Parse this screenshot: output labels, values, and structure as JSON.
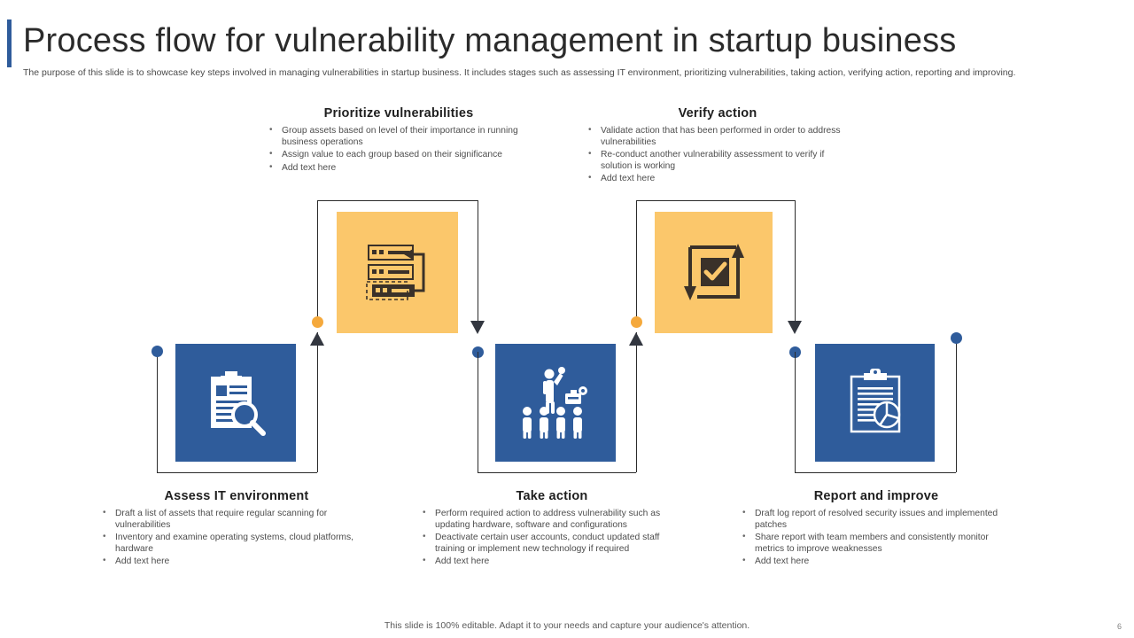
{
  "header": {
    "title": "Process flow for vulnerability management in startup business",
    "subtitle": "The purpose of this slide is to showcase key steps involved in managing vulnerabilities in startup business. It includes stages such as assessing IT environment, prioritizing vulnerabilities, taking action, verifying action, reporting and improving."
  },
  "colors": {
    "blue": "#2f5c9b",
    "orange": "#fbc76b",
    "orange_dot": "#f5a93c",
    "connector": "#2b2b2b",
    "arrow": "#333740"
  },
  "steps": [
    {
      "id": "assess-it-environment",
      "title": "Assess IT environment",
      "icon": "clipboard-search-icon",
      "tile_color": "blue",
      "position": "bottom",
      "bullets": [
        "Draft a list of assets that require regular scanning for vulnerabilities",
        "Inventory and examine operating systems, cloud platforms, hardware",
        "Add text here"
      ]
    },
    {
      "id": "prioritize-vulnerabilities",
      "title": "Prioritize vulnerabilities",
      "icon": "server-stack-cycle-icon",
      "tile_color": "orange",
      "position": "top",
      "bullets": [
        "Group assets based on level of their importance in running business operations",
        "Assign value to each group based on their significance",
        "Add text here"
      ]
    },
    {
      "id": "take-action",
      "title": "Take action",
      "icon": "team-leader-briefcase-icon",
      "tile_color": "blue",
      "position": "bottom",
      "bullets": [
        "Perform required action to address vulnerability such as updating hardware, software and configurations",
        "Deactivate certain user accounts, conduct updated staff training or implement new technology if required",
        "Add text here"
      ]
    },
    {
      "id": "verify-action",
      "title": "Verify action",
      "icon": "checkmark-cycle-icon",
      "tile_color": "orange",
      "position": "top",
      "bullets": [
        "Validate action that has been performed in order to address vulnerabilities",
        "Re-conduct another vulnerability assessment to verify if solution is working",
        "Add text here"
      ]
    },
    {
      "id": "report-and-improve",
      "title": "Report and improve",
      "icon": "clipboard-piechart-icon",
      "tile_color": "blue",
      "position": "bottom",
      "bullets": [
        "Draft log report of resolved security issues and implemented patches",
        "Share report with team members and consistently monitor metrics to improve weaknesses",
        "Add text here"
      ]
    }
  ],
  "footer": {
    "note": "This slide is 100% editable. Adapt it to your needs and capture your audience's attention.",
    "page_number": "6"
  }
}
